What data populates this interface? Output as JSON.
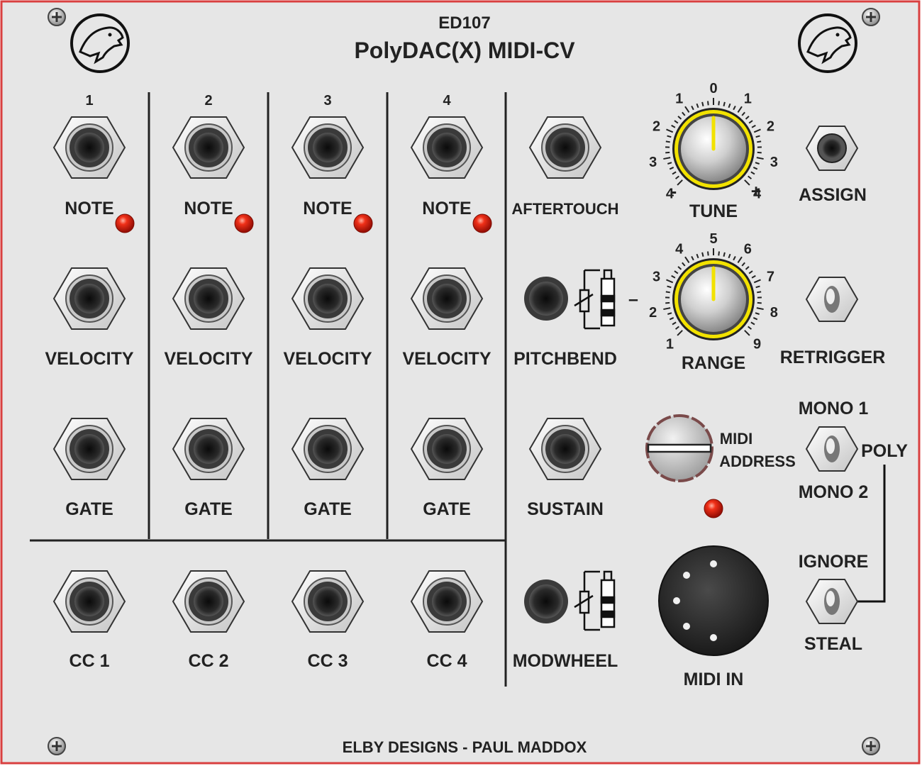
{
  "header": {
    "model": "ED107",
    "name": "PolyDAC(X) MIDI-CV"
  },
  "logos": [
    "panther-logo",
    "panther-logo"
  ],
  "columns": [
    {
      "number": "1",
      "note": "NOTE",
      "velocity": "VELOCITY",
      "gate": "GATE",
      "cc": "CC 1"
    },
    {
      "number": "2",
      "note": "NOTE",
      "velocity": "VELOCITY",
      "gate": "GATE",
      "cc": "CC 2"
    },
    {
      "number": "3",
      "note": "NOTE",
      "velocity": "VELOCITY",
      "gate": "GATE",
      "cc": "CC 3"
    },
    {
      "number": "4",
      "note": "NOTE",
      "velocity": "VELOCITY",
      "gate": "GATE",
      "cc": "CC 4"
    }
  ],
  "right_jacks": {
    "aftertouch": "AFTERTOUCH",
    "pitchbend": "PITCHBEND",
    "sustain": "SUSTAIN",
    "modwheel": "MODWHEEL"
  },
  "tune": {
    "label": "TUNE",
    "scale": [
      "4",
      "3",
      "2",
      "1",
      "0",
      "1",
      "2",
      "3",
      "4"
    ],
    "minus": "-",
    "plus": "+"
  },
  "range": {
    "label": "RANGE",
    "scale": [
      "1",
      "2",
      "3",
      "4",
      "5",
      "6",
      "7",
      "8",
      "9"
    ],
    "dash": "–"
  },
  "assign": {
    "label": "ASSIGN"
  },
  "retrigger": {
    "label": "RETRIGGER"
  },
  "midi_address": {
    "line1": "MIDI",
    "line2": "ADDRESS"
  },
  "mode_switch": {
    "top": "MONO 1",
    "bottom": "MONO 2",
    "side": "POLY"
  },
  "steal_switch": {
    "top": "IGNORE",
    "bottom": "STEAL"
  },
  "midi_in": {
    "label": "MIDI IN"
  },
  "footer": {
    "text": "ELBY DESIGNS - PAUL MADDOX"
  },
  "colors": {
    "panel": "#e6e6e6",
    "border": "#d94040",
    "led": "#e02010",
    "knob_ring": "#f2e200"
  }
}
